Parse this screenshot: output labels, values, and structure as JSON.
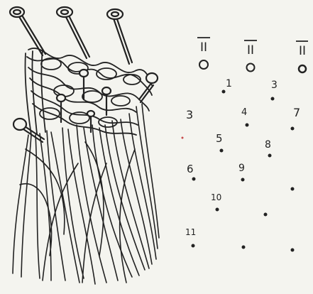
{
  "diagram": {
    "pin_markers": [
      {
        "text": "II"
      },
      {
        "text": "II"
      },
      {
        "text": "II"
      }
    ],
    "point_labels": [
      {
        "text": "1"
      },
      {
        "text": "3"
      },
      {
        "text": "3"
      },
      {
        "text": "4"
      },
      {
        "text": "7"
      },
      {
        "text": "5"
      },
      {
        "text": "8"
      },
      {
        "text": "6"
      },
      {
        "text": "9"
      },
      {
        "text": "10"
      },
      {
        "text": "11"
      }
    ],
    "ink_color": "#222222",
    "paper_color": "#f4f4ef"
  }
}
